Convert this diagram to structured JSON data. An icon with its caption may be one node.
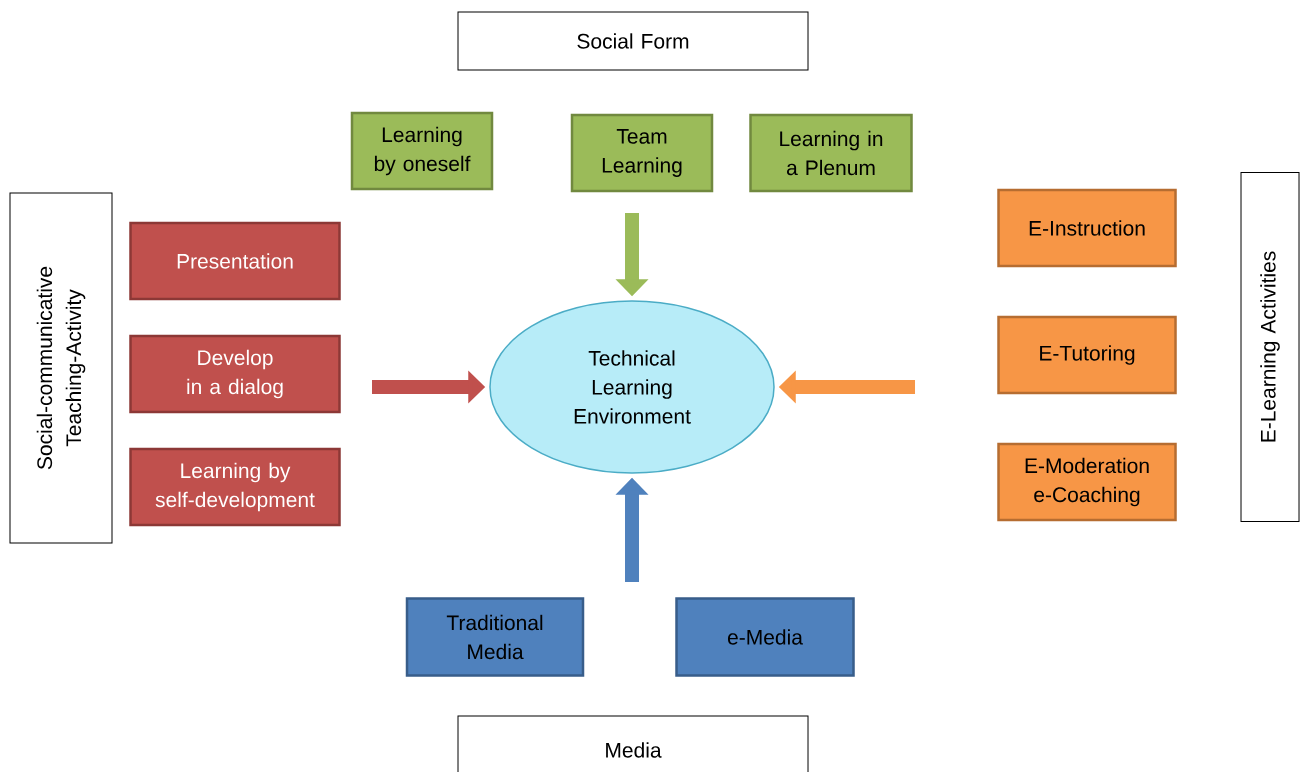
{
  "diagram": {
    "nodes": [
      {
        "text": [
          "Social Form"
        ]
      },
      {
        "text": [
          "Learning by oneself"
        ]
      },
      {
        "text": [
          "Team Learning"
        ]
      },
      {
        "text": [
          "Learning in a Plenum"
        ]
      },
      {
        "text": [
          "Social-communicative Teaching-Activity"
        ]
      },
      {
        "text": [
          "Presentation"
        ]
      },
      {
        "text": [
          "Develop in a dialog"
        ]
      },
      {
        "text": [
          "Learning by self-development"
        ]
      },
      {
        "text": [
          "Technical Learning Environment"
        ]
      },
      {
        "text": [
          "E-Instruction"
        ]
      },
      {
        "text": [
          "E-Tutoring"
        ]
      },
      {
        "text": [
          "E-Moderation e-Coaching"
        ]
      },
      {
        "text": [
          "E-Learning Activities"
        ]
      },
      {
        "text": [
          "Traditional Media"
        ]
      },
      {
        "text": [
          "e-Media"
        ]
      },
      {
        "text": [
          "Media"
        ]
      }
    ],
    "edges": [
      {
        "from": null,
        "to": 8,
        "arrow": "to",
        "color": "#9bbb59"
      },
      {
        "from": null,
        "to": 8,
        "arrow": "to",
        "color": "#c0504d"
      },
      {
        "from": null,
        "to": 8,
        "arrow": "to",
        "color": "#f79646"
      },
      {
        "from": null,
        "to": 8,
        "arrow": "to",
        "color": "#4f81bd"
      }
    ]
  }
}
